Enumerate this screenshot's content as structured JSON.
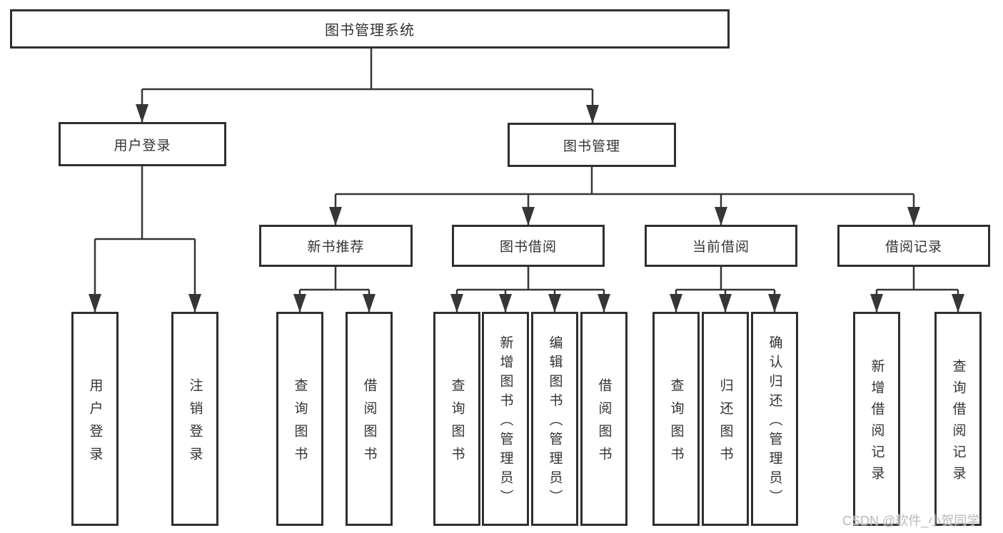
{
  "diagram": {
    "root": "图书管理系统",
    "level2": {
      "user_login": "用户登录",
      "book_management": "图书管理"
    },
    "level3": {
      "new_book_recommend": "新书推荐",
      "book_borrowing": "图书借阅",
      "current_borrowing": "当前借阅",
      "borrowing_records": "借阅记录"
    },
    "leaves": [
      "用户登录",
      "注销登录",
      "查询图书",
      "借阅图书",
      "查询图书",
      "新增图书（管理员）",
      "编辑图书（管理员）",
      "借阅图书",
      "查询图书",
      "归还图书",
      "确认归还（管理员）",
      "新增借阅记录",
      "查询借阅记录"
    ]
  },
  "watermark": "CSDN @软件_小贺同学",
  "colors": {
    "line": "#363636",
    "box_border": "#2f2f2f",
    "text": "#333333",
    "watermark": "#b9b9b9",
    "background": "#ffffff"
  }
}
